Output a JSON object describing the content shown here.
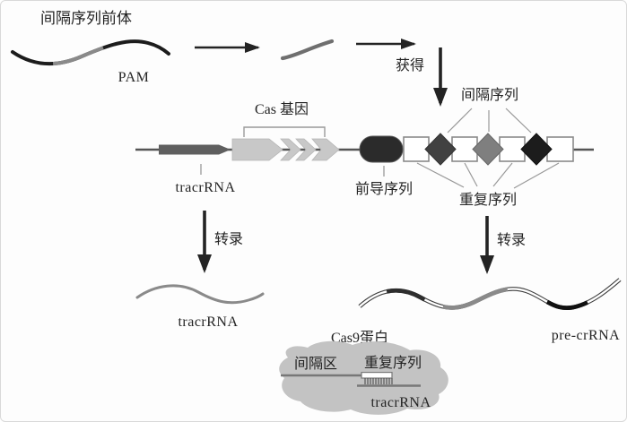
{
  "figure": {
    "top": {
      "protospacer_label": "间隔序列前体",
      "pam_label": "PAM",
      "acquire_label": "获得",
      "spacer_label": "间隔序列"
    },
    "locus": {
      "cas_gene_label": "Cas 基因",
      "tracrrna_label": "tracrRNA",
      "leader_label": "前导序列",
      "repeat_label": "重复序列"
    },
    "transcription": {
      "transcribe_label": "转录",
      "tracrrna_label": "tracrRNA",
      "pre_crrna_label": "pre-crRNA"
    },
    "complex": {
      "cas9_label": "Cas9蛋白",
      "spacer_region_label": "间隔区",
      "repeat_label": "重复序列",
      "tracrrna_label": "tracrRNA"
    },
    "array": {
      "repeat_count": 4,
      "spacer_count": 3,
      "spacer_fills": [
        "#414141",
        "#7f7f7f",
        "#1c1c1c"
      ]
    },
    "colors": {
      "ink": "#232323",
      "gene_line": "#555555",
      "cas_gene_fill": "#c8c8c8",
      "tracrrna_gene_fill": "#5f5f5f",
      "leader_fill": "#2b2b2b",
      "repeat_fill": "#ffffff",
      "rna_gray": "#8a8a8a",
      "cas9_blob": "#c3c3c3",
      "annotation_line": "#999999"
    }
  }
}
